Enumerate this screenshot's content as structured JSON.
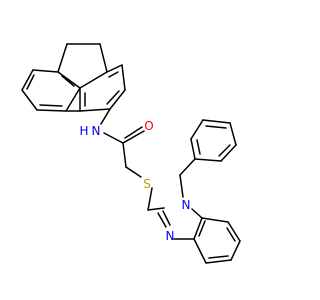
{
  "molecule": {
    "atoms": {
      "amide_n": {
        "text": "N",
        "color": "#0000ff"
      },
      "amide_h": {
        "text": "H",
        "color": "#0000ff"
      },
      "carbonyl_o": {
        "text": "O",
        "color": "#ff0000"
      },
      "thioether_s": {
        "text": "S",
        "color": "#b8a000"
      },
      "imidazole_n1": {
        "text": "N",
        "color": "#0000ff"
      },
      "imidazole_n3": {
        "text": "N",
        "color": "#0000ff"
      }
    },
    "bond_color": "#000000"
  }
}
